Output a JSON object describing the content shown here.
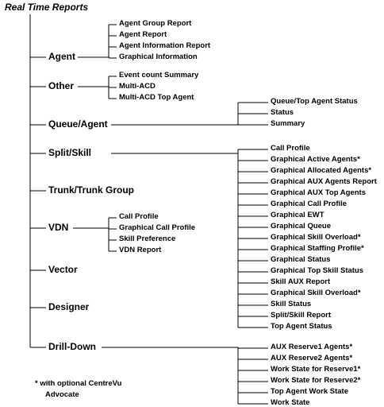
{
  "title": "Real Time Reports",
  "categories": [
    {
      "label": "Agent",
      "items": [
        "Agent Group Report",
        "Agent Report",
        "Agent Information Report",
        "Graphical Information"
      ]
    },
    {
      "label": "Other",
      "items": [
        "Event count Summary",
        "Multi-ACD",
        "Multi-ACD Top Agent"
      ]
    },
    {
      "label": "Queue/Agent",
      "items": [
        "Queue/Top Agent Status",
        "Status",
        "Summary"
      ]
    },
    {
      "label": "Split/Skill",
      "items": [
        "Call Profile",
        "Graphical Active Agents*",
        "Graphical Allocated Agents*",
        "Graphical AUX Agents Report",
        "Graphical AUX Top Agents",
        "Graphical Call Profile",
        "Graphical EWT",
        "Graphical Queue",
        "Graphical Skill Overload*",
        "Graphical Staffing Profile*",
        "Graphical Status",
        "Graphical Top Skill Status",
        "Skill AUX Report",
        "Graphical Skill Overload*",
        "Skill Status",
        "Split/Skill Report",
        "Top Agent Status"
      ]
    },
    {
      "label": "Trunk/Trunk Group",
      "items": []
    },
    {
      "label": "VDN",
      "items": [
        "Call Profile",
        "Graphical Call Profile",
        "Skill Preference",
        "VDN Report"
      ]
    },
    {
      "label": "Vector",
      "items": []
    },
    {
      "label": "Designer",
      "items": []
    },
    {
      "label": "Drill-Down",
      "items": [
        "AUX Reserve1 Agents*",
        "AUX Reserve2 Agents*",
        "Work State for Reserve1*",
        "Work State for Reserve2*",
        "Top Agent Work State",
        "Work State"
      ]
    }
  ],
  "footnote": {
    "line1": "* with optional CentreVu",
    "line2": "Advocate"
  }
}
